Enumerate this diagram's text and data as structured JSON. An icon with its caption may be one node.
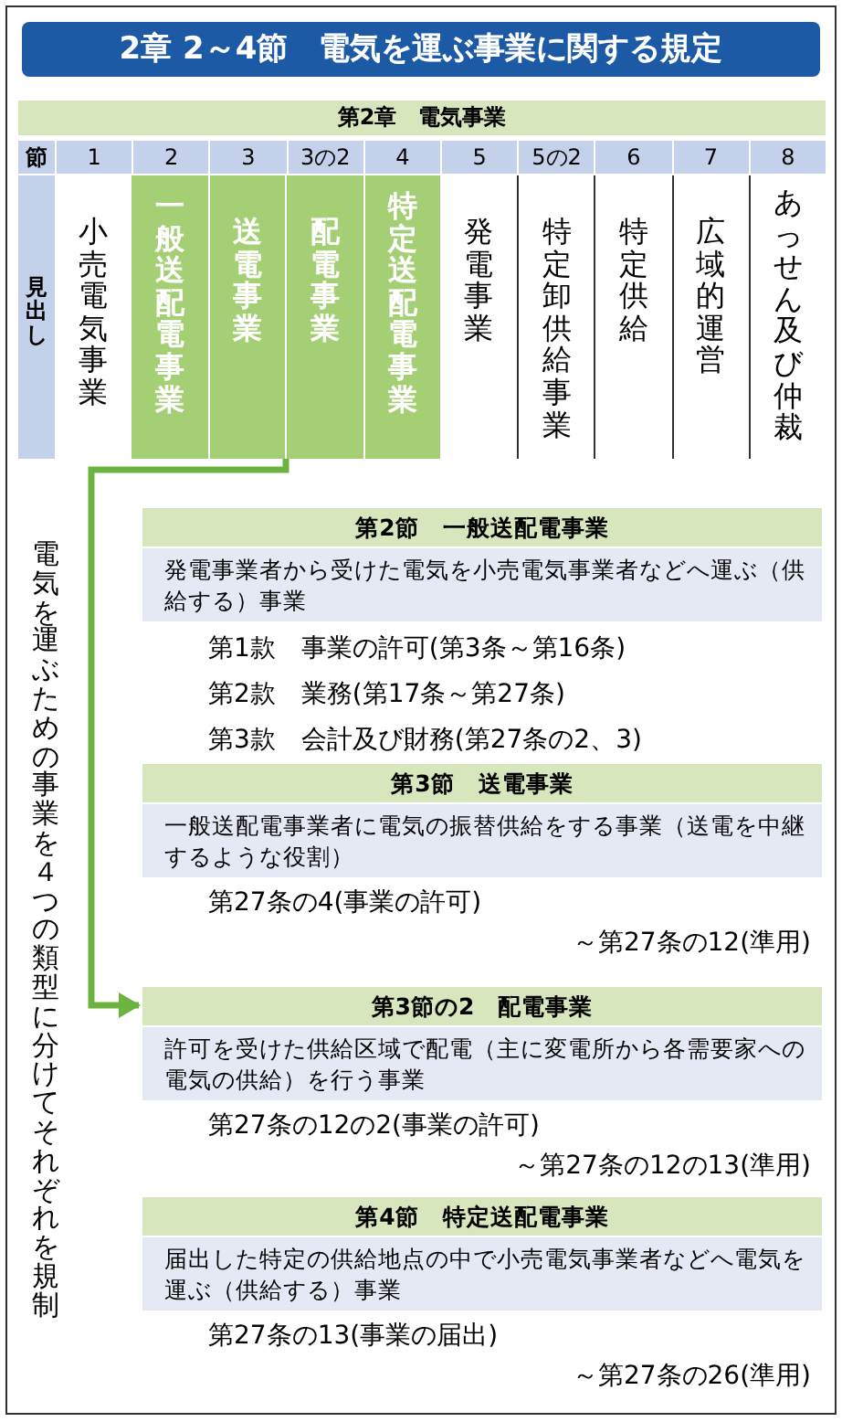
{
  "diagram": {
    "title": "2章 2～4節　電気を運ぶ事業に関する規定",
    "nodes": [
      {
        "text": [
          "一般送配電事業",
          "送電事業",
          "配電事業",
          "特定送配電事業"
        ]
      },
      {
        "text": [
          "第2節　一般送配電事業",
          "発電事業者から受けた電気を小売電気事業者などへ運ぶ（供給する）事業",
          "第1款　事業の許可(第3条～第16条)",
          "第2款　業務(第17条～第27条)",
          "第3款　会計及び財務(第27条の2、3)"
        ]
      },
      {
        "text": [
          "第3節　送電事業",
          "一般送配電事業者に電気の振替供給をする事業（送電を中継するような役割）",
          "第27条の4(事業の許可)",
          "～第27条の12(準用)"
        ]
      },
      {
        "text": [
          "第3節の2　配電事業",
          "許可を受けた供給区域で配電（主に変電所から各需要家への電気の供給）を行う事業",
          "第27条の12の2(事業の許可)",
          "～第27条の12の13(準用)"
        ]
      },
      {
        "text": [
          "第4節　特定送配電事業",
          "届出した特定の供給地点の中で小売電気事業者などへ電気を運ぶ（供給する）事業",
          "第27条の13(事業の届出)",
          "～第27条の26(準用)"
        ]
      }
    ],
    "edges": [
      {
        "from": 0,
        "to": 3,
        "arrow": "to",
        "color": "#6cb33f"
      }
    ],
    "labels": [
      "第2章　電気事業",
      "節",
      "1",
      "2",
      "3",
      "3の2",
      "4",
      "5",
      "5の2",
      "6",
      "7",
      "8",
      "見出し",
      "小売電気事業",
      "発電事業",
      "特定卸供給事業",
      "特定供給",
      "広域的運営",
      "あっせん及び仲裁",
      "電気を運ぶための事業を４つの類型に分けてそれぞれを規制"
    ]
  }
}
